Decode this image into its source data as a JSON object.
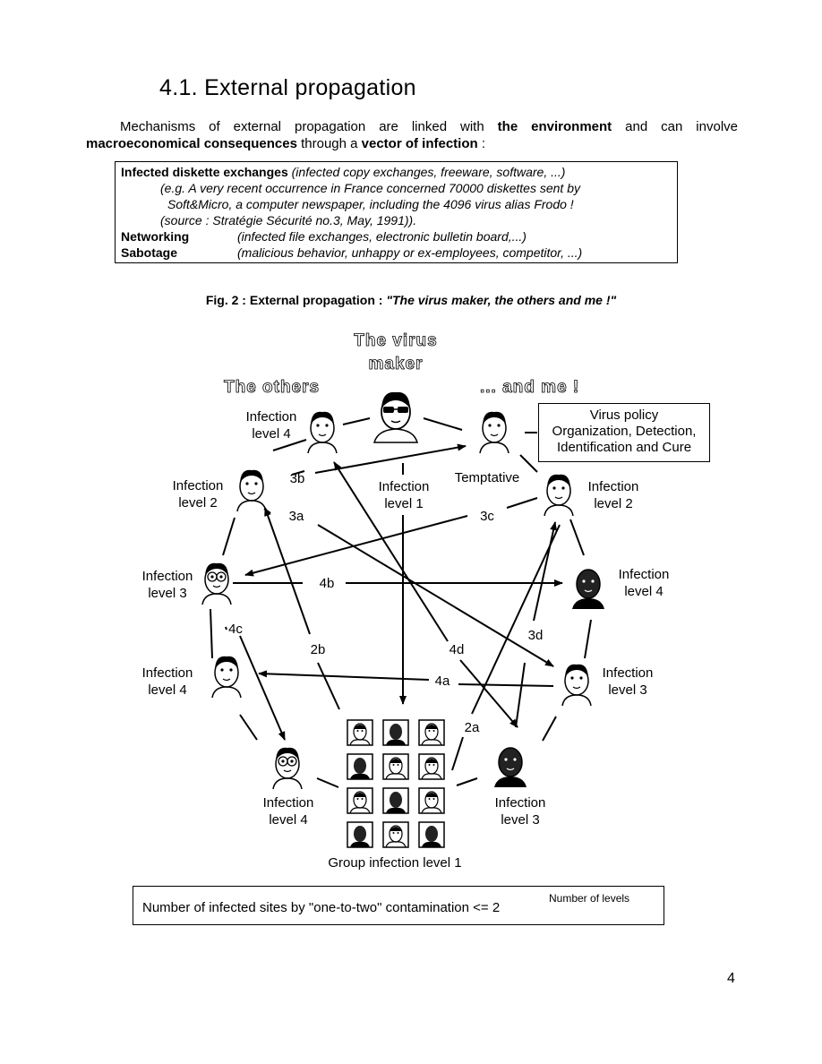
{
  "heading": "4.1. External propagation",
  "intro": {
    "p1": "Mechanisms of external propagation are linked with ",
    "b1": "the environment",
    "p2": " and can involve ",
    "b2": "macroeconomical consequences",
    "p3": " through a ",
    "b3": "vector of infection",
    "p4": " :"
  },
  "box": {
    "diskette_label": "Infected diskette exchanges",
    "diskette_desc": "(infected copy exchanges, freeware, software, ...)",
    "example_line1": "(e.g. A very recent  occurrence in France concerned 70000 diskettes sent by",
    "example_line2": "Soft&Micro, a computer newspaper, including the 4096 virus alias Frodo !",
    "example_line3": "(source : Stratégie Sécurité no.3, May, 1991)).",
    "networking_label": "Networking",
    "networking_desc": "(infected file exchanges, electronic bulletin board,...)",
    "sabotage_label": "Sabotage",
    "sabotage_desc": "(malicious behavior, unhappy or ex-employees, competitor, ...)"
  },
  "figure": {
    "caption_prefix": "Fig. 2 : External propagation : ",
    "caption_quote": "\"The virus maker, the others and me !\"",
    "virus_maker_line1": "The virus",
    "virus_maker_line2": "maker",
    "the_others": "The others",
    "and_me": "... and me !",
    "virus_policy": [
      "Virus policy",
      "Organization, Detection,",
      "Identification and Cure"
    ],
    "temptative": "Temptative",
    "infection": "Infection",
    "level_1": "level 1",
    "level_2": "level 2",
    "level_3": "level 3",
    "level_4": "level 4",
    "infection_level_2_inline": "level 2",
    "group_label": "Group infection level 1",
    "arrow_labels": {
      "a2a": "2a",
      "a2b": "2b",
      "a3a": "3a",
      "a3b": "3b",
      "a3c": "3c",
      "a3d": "3d",
      "a4a": "4a",
      "a4b": "4b",
      "a4c": "4c",
      "a4d": "4d"
    }
  },
  "formula": {
    "text": "Number of infected sites by \"one-to-two\" contamination <= 2",
    "superscript": "Number of levels"
  },
  "page_number": "4"
}
